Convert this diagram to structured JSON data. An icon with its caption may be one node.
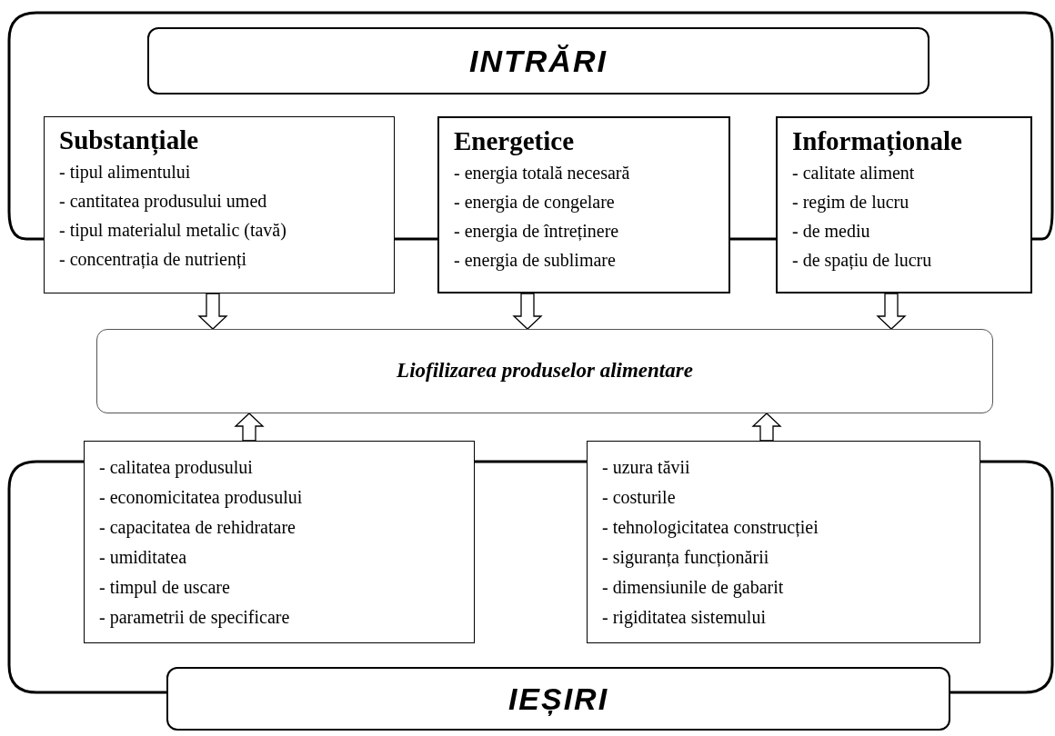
{
  "diagram": {
    "nodes": [
      {
        "text": [
          "INTRĂRI"
        ]
      },
      {
        "text": [
          "Substanțiale",
          "- tipul alimentului",
          "- cantitatea produsului umed",
          "- tipul materialul metalic (tavă)",
          "- concentrația de nutrienți"
        ]
      },
      {
        "text": [
          "Energetice",
          "- energia totală necesară",
          "- energia de congelare",
          "- energia de întreținere",
          "- energia de sublimare"
        ]
      },
      {
        "text": [
          "Informaționale",
          "- calitate aliment",
          "- regim de lucru",
          "- de mediu",
          "- de spațiu de lucru"
        ]
      },
      {
        "text": [
          "Liofilizarea produselor alimentare"
        ]
      },
      {
        "text": [
          "- calitatea produsului",
          "- economicitatea produsului",
          "- capacitatea de rehidratare",
          "- umiditatea",
          "- timpul de uscare",
          "- parametrii de specificare"
        ]
      },
      {
        "text": [
          "- uzura tăvii",
          "- costurile",
          "- tehnologicitatea construcției",
          "- siguranța funcționării",
          "- dimensiunile de gabarit",
          "- rigiditatea sistemului"
        ]
      },
      {
        "text": [
          "IEȘIRI"
        ]
      }
    ],
    "edges": [
      {
        "from": 1,
        "to": 4,
        "arrow": "to"
      },
      {
        "from": 2,
        "to": 4,
        "arrow": "to"
      },
      {
        "from": 3,
        "to": 4,
        "arrow": "to"
      },
      {
        "from": 5,
        "to": 4,
        "arrow": "to"
      },
      {
        "from": 6,
        "to": 4,
        "arrow": "to"
      },
      {
        "from": 1,
        "to": 2,
        "arrow": "none"
      },
      {
        "from": 2,
        "to": 3,
        "arrow": "none"
      },
      {
        "from": 1,
        "to": 3,
        "arrow": "none"
      },
      {
        "from": 5,
        "to": 6,
        "arrow": "none"
      },
      {
        "from": 5,
        "to": 7,
        "arrow": "none"
      },
      {
        "from": 7,
        "to": 6,
        "arrow": "none"
      }
    ]
  }
}
